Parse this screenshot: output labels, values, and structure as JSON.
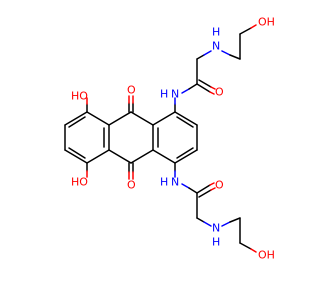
{
  "molecule": {
    "colors": {
      "carbon": "#000000",
      "oxygen": "#ff0000",
      "nitrogen": "#0000ff",
      "background": "#ffffff"
    },
    "labels": {
      "oh_top_right": "OH",
      "h_top_right": "H",
      "n_top": "N",
      "o_amide_top": "O",
      "nh_top": "N",
      "h_nh_top": "H",
      "ho_left_top": "HO",
      "o_quinone_top": "O",
      "o_quinone_bottom": "O",
      "ho_left_bottom": "HO",
      "nh_bottom": "N",
      "h_nh_bottom": "H",
      "o_amide_bottom": "O",
      "n_bottom": "N",
      "h_n_bottom": "H",
      "oh_bottom_right": "OH"
    }
  }
}
